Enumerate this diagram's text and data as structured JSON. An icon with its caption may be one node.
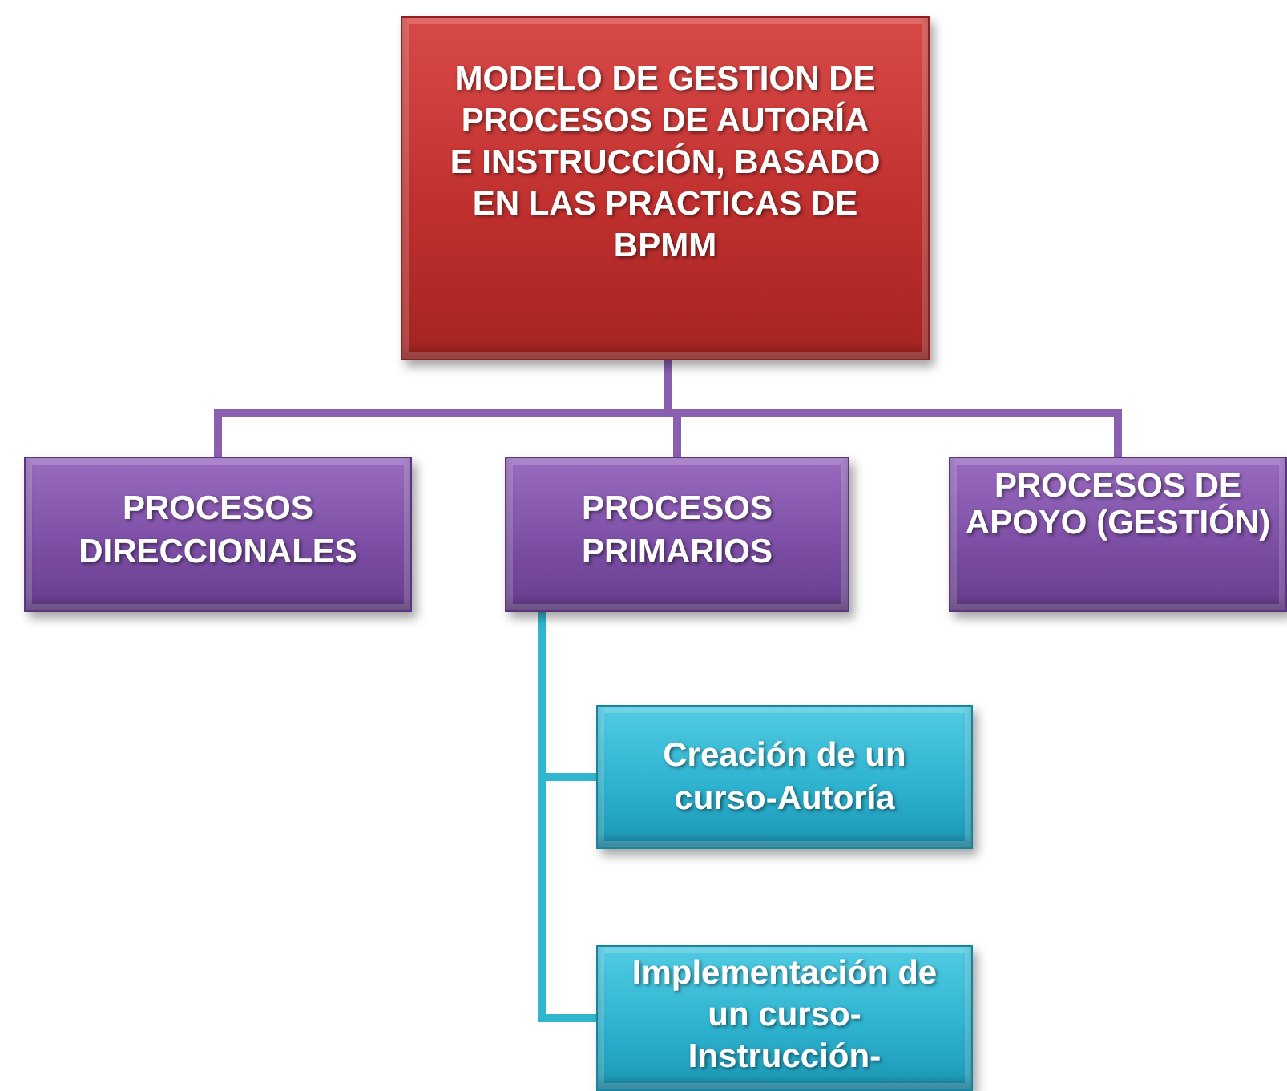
{
  "diagram": {
    "nodes": [
      {
        "text": [
          "MODELO DE GESTION DE PROCESOS DE AUTORÍA E INSTRUCCIÓN, BASADO EN LAS PRACTICAS DE BPMM"
        ]
      },
      {
        "text": [
          "PROCESOS DIRECCIONALES"
        ]
      },
      {
        "text": [
          "PROCESOS PRIMARIOS"
        ]
      },
      {
        "text": [
          "PROCESOS DE APOYO (GESTIÓN)"
        ]
      },
      {
        "text": [
          "Creación de un curso-Autoría"
        ]
      },
      {
        "text": [
          "Implementación de un curso- Instrucción-"
        ]
      }
    ],
    "edges": [
      {
        "from": 0,
        "to": 1,
        "arrow": "none"
      },
      {
        "from": 0,
        "to": 2,
        "arrow": "none"
      },
      {
        "from": 0,
        "to": 3,
        "arrow": "none"
      },
      {
        "from": 2,
        "to": 4,
        "arrow": "none",
        "color": "#31b6cf"
      },
      {
        "from": 2,
        "to": 5,
        "arrow": "none",
        "color": "#31b6cf"
      }
    ]
  }
}
